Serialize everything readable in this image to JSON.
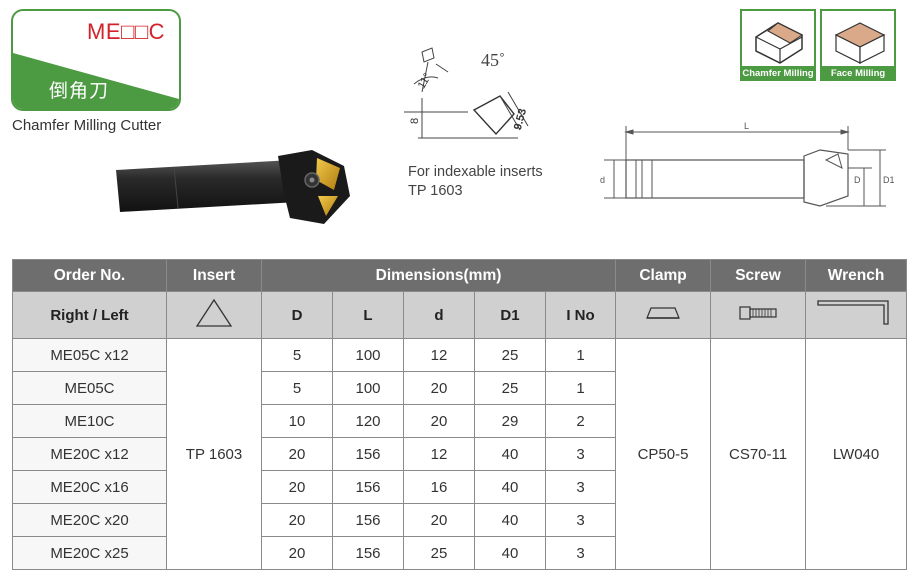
{
  "badge": {
    "code": "ME□□C",
    "chinese_name": "倒角刀"
  },
  "subtitle": "Chamfer Milling Cutter",
  "insert_diagram": {
    "angle": "45˚",
    "dim_11": "11°",
    "dim_8": "8",
    "dim_953": "9.53",
    "note_line1": "For indexable inserts",
    "note_line2": "TP 1603"
  },
  "milling_types": [
    {
      "label": "Chamfer Milling",
      "icon": "chamfer-milling-icon"
    },
    {
      "label": "Face Milling",
      "icon": "face-milling-icon"
    }
  ],
  "dim_drawing": {
    "L": "L",
    "d": "d",
    "D": "D",
    "D1": "D1"
  },
  "colors": {
    "brand_green": "#4c9a42",
    "brand_red": "#d2232a",
    "header_dark": "#6e6e6e",
    "header_light": "#d0d0d0"
  },
  "table": {
    "headers": {
      "order_no": "Order No.",
      "insert": "Insert",
      "dimensions": "Dimensions(mm)",
      "clamp": "Clamp",
      "screw": "Screw",
      "wrench": "Wrench"
    },
    "subheaders": {
      "right_left": "Right / Left",
      "D": "D",
      "L": "L",
      "d": "d",
      "D1": "D1",
      "I_No": "I No"
    },
    "insert_value": "TP 1603",
    "clamp_value": "CP50-5",
    "screw_value": "CS70-11",
    "wrench_value": "LW040",
    "rows": [
      {
        "order": "ME05C x12",
        "D": "5",
        "L": "100",
        "d": "12",
        "D1": "25",
        "I": "1"
      },
      {
        "order": "ME05C",
        "D": "5",
        "L": "100",
        "d": "20",
        "D1": "25",
        "I": "1"
      },
      {
        "order": "ME10C",
        "D": "10",
        "L": "120",
        "d": "20",
        "D1": "29",
        "I": "2"
      },
      {
        "order": "ME20C x12",
        "D": "20",
        "L": "156",
        "d": "12",
        "D1": "40",
        "I": "3"
      },
      {
        "order": "ME20C x16",
        "D": "20",
        "L": "156",
        "d": "16",
        "D1": "40",
        "I": "3"
      },
      {
        "order": "ME20C x20",
        "D": "20",
        "L": "156",
        "d": "20",
        "D1": "40",
        "I": "3"
      },
      {
        "order": "ME20C x25",
        "D": "20",
        "L": "156",
        "d": "25",
        "D1": "40",
        "I": "3"
      }
    ]
  }
}
